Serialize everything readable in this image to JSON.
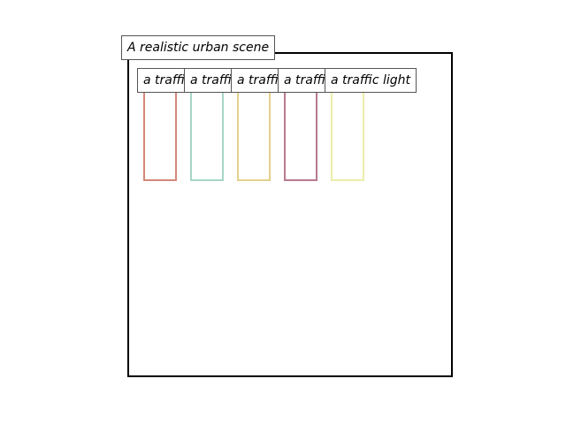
{
  "scene": {
    "caption": "A realistic urban scene"
  },
  "objects": [
    {
      "label": "a traffic light",
      "color": "#d4887a"
    },
    {
      "label": "a traffic light",
      "color": "#a6d6c8"
    },
    {
      "label": "a traffic light",
      "color": "#e4d08e"
    },
    {
      "label": "a traffic light",
      "color": "#b87a90"
    },
    {
      "label": "a traffic light",
      "color": "#ecedac"
    }
  ]
}
